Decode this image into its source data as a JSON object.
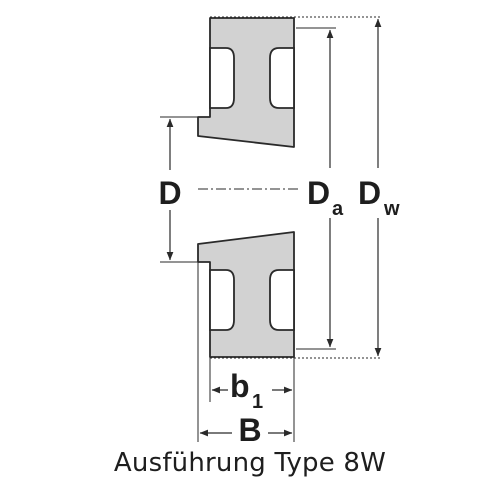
{
  "diagram": {
    "labels": {
      "bore_diameter": "D",
      "outer_diameter_main": "D",
      "outer_diameter_sub": "a",
      "pitch_diameter_main": "D",
      "pitch_diameter_sub": "w",
      "groove_width_main": "b",
      "groove_width_sub": "1",
      "total_width": "B"
    },
    "colors": {
      "section_fill": "#d2d2d2",
      "outline": "#2a2a2a"
    }
  },
  "caption": "Ausführung Type 8W"
}
